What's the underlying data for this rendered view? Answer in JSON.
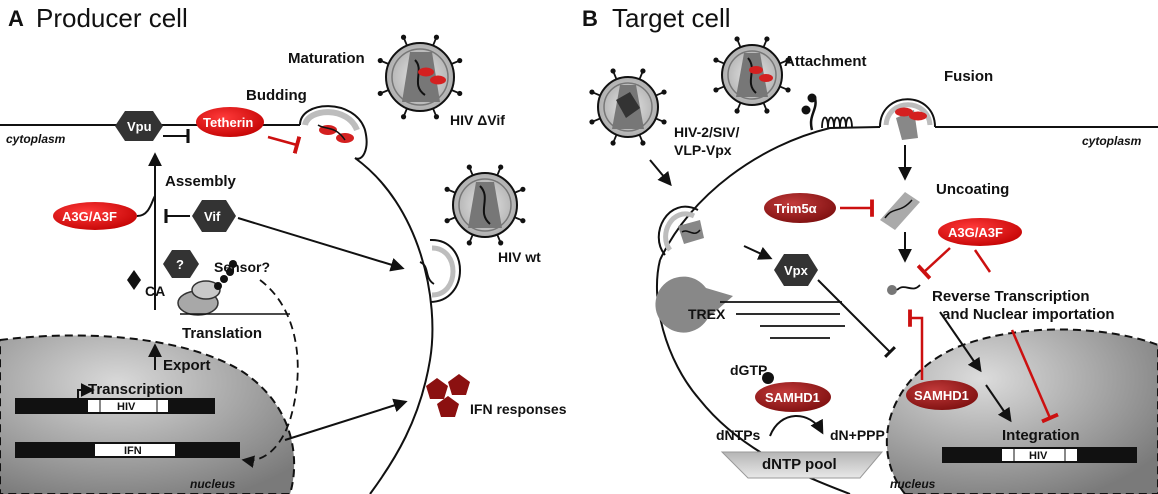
{
  "panels": {
    "a_letter": "A",
    "a_title": "Producer cell",
    "b_letter": "B",
    "b_title": "Target cell"
  },
  "producer": {
    "vpu": "Vpu",
    "tetherin": "Tetherin",
    "budding": "Budding",
    "maturation": "Maturation",
    "hiv_dvif": "HIV ΔVif",
    "hiv_wt": "HIV wt",
    "cytoplasm": "cytoplasm",
    "assembly": "Assembly",
    "a3g": "A3G/A3F",
    "vif": "Vif",
    "question": "?",
    "sensor": "Sensor?",
    "ca": "CA",
    "translation": "Translation",
    "export": "Export",
    "transcription": "Transcription",
    "hiv_gene": "HIV",
    "ifn_gene": "IFN",
    "nucleus": "nucleus",
    "ifn_responses": "IFN responses"
  },
  "target": {
    "attachment": "Attachment",
    "fusion": "Fusion",
    "cytoplasm": "cytoplasm",
    "hiv2_line1": "HIV-2/SIV/",
    "hiv2_line2": "VLP-Vpx",
    "trim5a": "Trim5α",
    "uncoating": "Uncoating",
    "a3g": "A3G/A3F",
    "vpx": "Vpx",
    "trex": "TREX",
    "rt_line1": "Reverse Transcription",
    "rt_line2": "and Nuclear importation",
    "dgtp": "dGTP",
    "samhd1_cyto": "SAMHD1",
    "samhd1_nuc": "SAMHD1",
    "dntps": "dNTPs",
    "dn_ppp": "dN+PPP",
    "dntp_pool": "dNTP pool",
    "integration": "Integration",
    "hiv_gene": "HIV",
    "nucleus": "nucleus"
  },
  "colors": {
    "red": "#cc1010",
    "dark_red": "#8b1010",
    "dark_hex": "#333333",
    "nucleus_gray": "#9a9a9a"
  }
}
